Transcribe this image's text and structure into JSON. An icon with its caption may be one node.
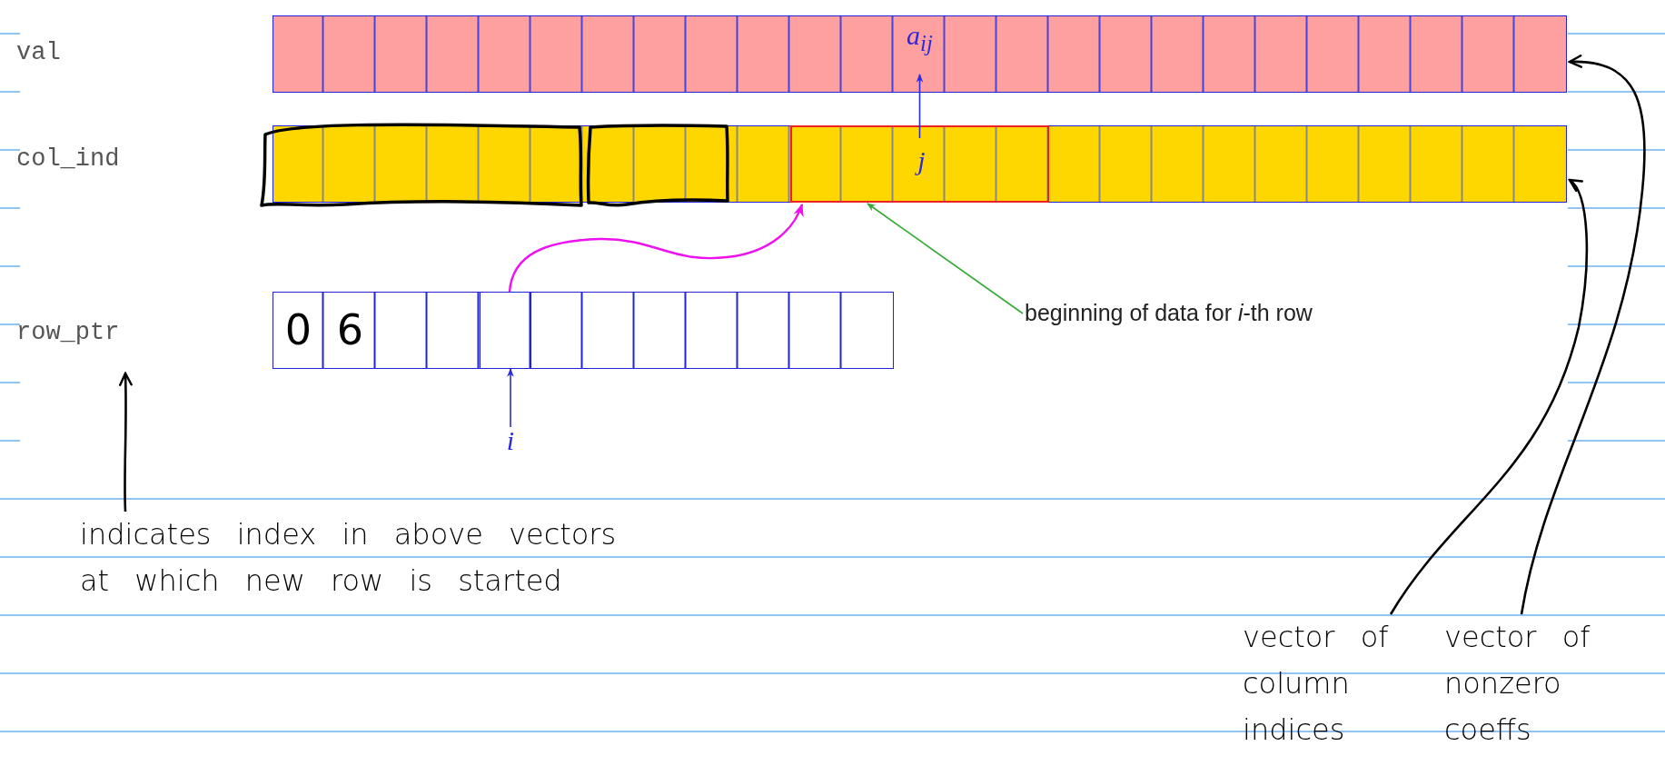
{
  "diagram": {
    "nodes": [
      {
        "text": [],
        "shape": "bar"
      },
      {
        "text": [
          "a$_{ij}$"
        ],
        "in": 0
      },
      {
        "text": [],
        "shape": "bar"
      },
      {
        "text": [],
        "shape": "box",
        "in": 2
      },
      {
        "text": [
          "j"
        ],
        "in": 3
      },
      {
        "text": [],
        "shape": "bar"
      },
      {
        "text": [
          "0"
        ],
        "in": 5
      },
      {
        "text": [
          "6"
        ],
        "in": 5
      },
      {
        "text": [],
        "shape": "box",
        "in": 5
      },
      {
        "text": [
          "i"
        ]
      },
      {
        "text": [
          "beginning of data for *i*-th row"
        ]
      },
      {
        "text": [
          "indicates index in above vectors at which new row is started"
        ]
      },
      {
        "text": [
          "vector of column indices"
        ]
      },
      {
        "text": [
          "vector of nonzero coeffs"
        ]
      },
      {
        "text": [],
        "shape": "box",
        "in": 2
      },
      {
        "text": [],
        "shape": "box",
        "in": 2
      },
      {
        "text": [
          "row_ptr"
        ]
      }
    ],
    "labels": [
      "val",
      "col_ind"
    ],
    "edges": [
      {
        "from": 4,
        "to": 1,
        "arrow": "to",
        "color": "#2b2bdd"
      },
      {
        "from": 9,
        "to": 8,
        "arrow": "to",
        "color": "#2b2bdd"
      },
      {
        "from": 8,
        "to": 3,
        "arrow": "to",
        "color": "#ee11ee"
      },
      {
        "from": 10,
        "to": 3,
        "arrow": "to",
        "color": "#33aa33"
      },
      {
        "from": 11,
        "to": 16,
        "arrow": "to"
      },
      {
        "from": 12,
        "to": 2,
        "arrow": "to"
      },
      {
        "from": 13,
        "to": 0,
        "arrow": "to"
      }
    ]
  }
}
